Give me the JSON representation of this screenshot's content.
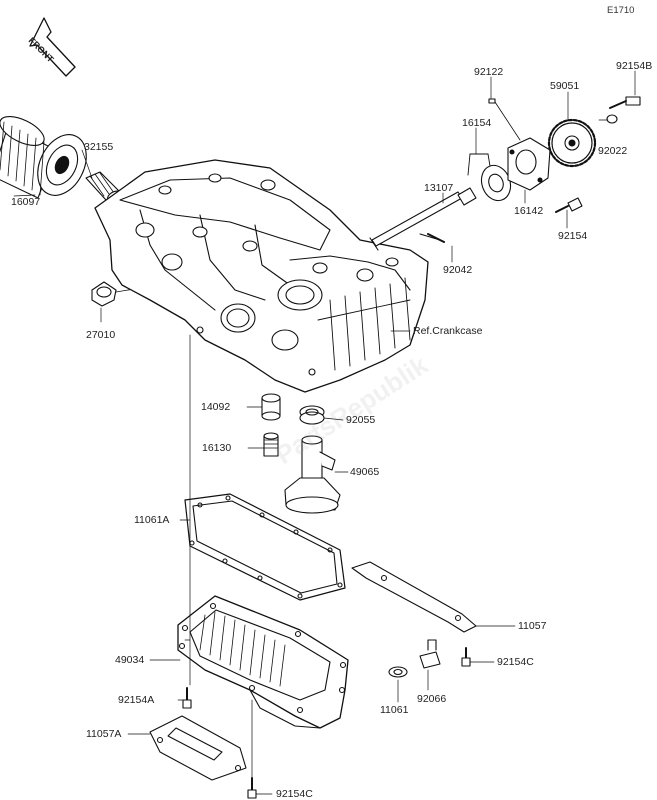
{
  "diagram_code": "E1710",
  "front_label": "FRONT",
  "watermark": "PartsRepublik",
  "ref_label": "Ref.Crankcase",
  "parts": [
    {
      "id": "p16097",
      "text": "16097"
    },
    {
      "id": "p32155",
      "text": "32155"
    },
    {
      "id": "p27010",
      "text": "27010"
    },
    {
      "id": "p92122",
      "text": "92122"
    },
    {
      "id": "p59051",
      "text": "59051"
    },
    {
      "id": "p92154B",
      "text": "92154B"
    },
    {
      "id": "p16154",
      "text": "16154"
    },
    {
      "id": "p92022",
      "text": "92022"
    },
    {
      "id": "p13107",
      "text": "13107"
    },
    {
      "id": "p16142",
      "text": "16142"
    },
    {
      "id": "p92154",
      "text": "92154"
    },
    {
      "id": "p92042",
      "text": "92042"
    },
    {
      "id": "p14092",
      "text": "14092"
    },
    {
      "id": "p92055",
      "text": "92055"
    },
    {
      "id": "p16130",
      "text": "16130"
    },
    {
      "id": "p49065",
      "text": "49065"
    },
    {
      "id": "p11061A",
      "text": "11061A"
    },
    {
      "id": "p11057",
      "text": "11057"
    },
    {
      "id": "p49034",
      "text": "49034"
    },
    {
      "id": "p92154C_a",
      "text": "92154C"
    },
    {
      "id": "p92154A",
      "text": "92154A"
    },
    {
      "id": "p11061",
      "text": "11061"
    },
    {
      "id": "p92066",
      "text": "92066"
    },
    {
      "id": "p11057A",
      "text": "11057A"
    },
    {
      "id": "p92154C_b",
      "text": "92154C"
    }
  ]
}
